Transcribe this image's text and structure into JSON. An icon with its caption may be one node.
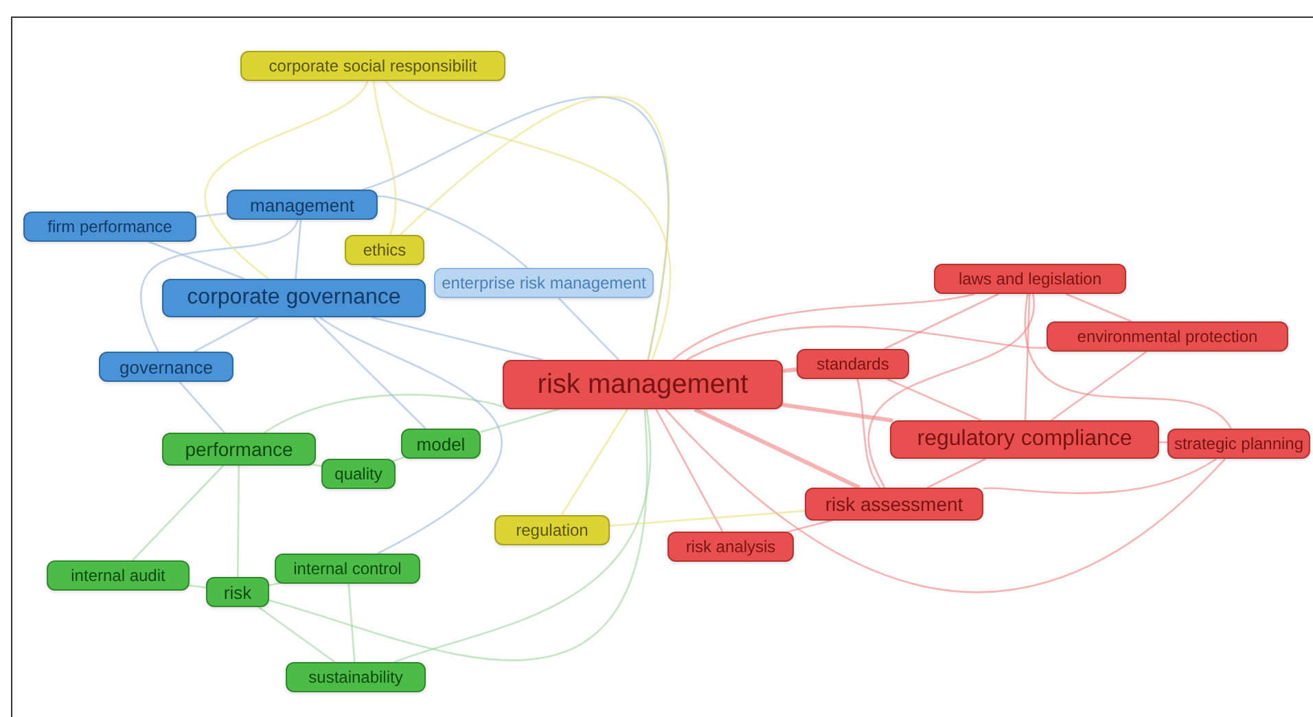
{
  "diagram": {
    "nodes": [
      {
        "text": [
          "corporate social responsibilit"
        ]
      },
      {
        "text": [
          "management"
        ]
      },
      {
        "text": [
          "firm performance"
        ]
      },
      {
        "text": [
          "ethics"
        ]
      },
      {
        "text": [
          "enterprise risk management"
        ]
      },
      {
        "text": [
          "corporate governance"
        ]
      },
      {
        "text": [
          "governance"
        ]
      },
      {
        "text": [
          "risk management"
        ]
      },
      {
        "text": [
          "laws and legislation"
        ]
      },
      {
        "text": [
          "standards"
        ]
      },
      {
        "text": [
          "environmental protection"
        ]
      },
      {
        "text": [
          "regulatory compliance"
        ]
      },
      {
        "text": [
          "strategic planning"
        ]
      },
      {
        "text": [
          "performance"
        ]
      },
      {
        "text": [
          "model"
        ]
      },
      {
        "text": [
          "quality"
        ]
      },
      {
        "text": [
          "risk assessment"
        ]
      },
      {
        "text": [
          "regulation"
        ]
      },
      {
        "text": [
          "risk analysis"
        ]
      },
      {
        "text": [
          "internal audit"
        ]
      },
      {
        "text": [
          "internal control"
        ]
      },
      {
        "text": [
          "risk"
        ]
      },
      {
        "text": [
          "sustainability"
        ]
      }
    ],
    "edges": [
      {
        "from": 7,
        "to": 9,
        "arrow": "none",
        "style": "thick"
      },
      {
        "from": 7,
        "to": 8,
        "arrow": "none"
      },
      {
        "from": 7,
        "to": 10,
        "arrow": "none"
      },
      {
        "from": 7,
        "to": 11,
        "arrow": "none",
        "style": "thick"
      },
      {
        "from": 7,
        "to": 12,
        "arrow": "none"
      },
      {
        "from": 7,
        "to": 16,
        "arrow": "none",
        "style": "thick"
      },
      {
        "from": 7,
        "to": 18,
        "arrow": "none"
      },
      {
        "from": 7,
        "to": 17,
        "arrow": "none",
        "color": "#e8e07a"
      },
      {
        "from": 7,
        "to": 5,
        "arrow": "none",
        "color": "#9ab8e0"
      },
      {
        "from": 7,
        "to": 1,
        "arrow": "none",
        "color": "#9ab8e0"
      },
      {
        "from": 7,
        "to": 4,
        "arrow": "none",
        "color": "#9ab8e0"
      },
      {
        "from": 7,
        "to": 14,
        "arrow": "none",
        "color": "#9fd49f"
      },
      {
        "from": 7,
        "to": 13,
        "arrow": "none",
        "color": "#9fd49f"
      },
      {
        "from": 7,
        "to": 21,
        "arrow": "none",
        "color": "#9fd49f"
      },
      {
        "from": 7,
        "to": 22,
        "arrow": "none",
        "color": "#9fd49f"
      },
      {
        "from": 7,
        "to": 0,
        "arrow": "none",
        "color": "#e8e07a"
      },
      {
        "from": 7,
        "to": 3,
        "arrow": "none",
        "color": "#e8e07a"
      },
      {
        "from": 8,
        "to": 11,
        "arrow": "none"
      },
      {
        "from": 8,
        "to": 10,
        "arrow": "none"
      },
      {
        "from": 8,
        "to": 16,
        "arrow": "none"
      },
      {
        "from": 8,
        "to": 9,
        "arrow": "none"
      },
      {
        "from": 8,
        "to": 12,
        "arrow": "none"
      },
      {
        "from": 10,
        "to": 11,
        "arrow": "none"
      },
      {
        "from": 11,
        "to": 16,
        "arrow": "none"
      },
      {
        "from": 11,
        "to": 12,
        "arrow": "none"
      },
      {
        "from": 9,
        "to": 16,
        "arrow": "none"
      },
      {
        "from": 9,
        "to": 11,
        "arrow": "none"
      },
      {
        "from": 16,
        "to": 18,
        "arrow": "none"
      },
      {
        "from": 12,
        "to": 16,
        "arrow": "none"
      },
      {
        "from": 1,
        "to": 5,
        "arrow": "none",
        "color": "#9ab8e0"
      },
      {
        "from": 1,
        "to": 2,
        "arrow": "none",
        "color": "#9ab8e0"
      },
      {
        "from": 1,
        "to": 6,
        "arrow": "none",
        "color": "#9ab8e0"
      },
      {
        "from": 5,
        "to": 6,
        "arrow": "none",
        "color": "#9ab8e0"
      },
      {
        "from": 2,
        "to": 5,
        "arrow": "none",
        "color": "#9ab8e0"
      },
      {
        "from": 6,
        "to": 13,
        "arrow": "none",
        "color": "#9ab8e0"
      },
      {
        "from": 5,
        "to": 14,
        "arrow": "none",
        "color": "#9ab8e0"
      },
      {
        "from": 5,
        "to": 20,
        "arrow": "none",
        "color": "#9ab8e0"
      },
      {
        "from": 1,
        "to": 4,
        "arrow": "none",
        "color": "#9ab8e0"
      },
      {
        "from": 13,
        "to": 15,
        "arrow": "none",
        "color": "#9fd49f"
      },
      {
        "from": 13,
        "to": 21,
        "arrow": "none",
        "color": "#9fd49f"
      },
      {
        "from": 14,
        "to": 15,
        "arrow": "none",
        "color": "#9fd49f"
      },
      {
        "from": 19,
        "to": 21,
        "arrow": "none",
        "color": "#9fd49f"
      },
      {
        "from": 20,
        "to": 21,
        "arrow": "none",
        "color": "#9fd49f"
      },
      {
        "from": 21,
        "to": 22,
        "arrow": "none",
        "color": "#9fd49f"
      },
      {
        "from": 20,
        "to": 22,
        "arrow": "none",
        "color": "#9fd49f"
      },
      {
        "from": 19,
        "to": 13,
        "arrow": "none",
        "color": "#9fd49f"
      },
      {
        "from": 0,
        "to": 3,
        "arrow": "none",
        "color": "#e8e07a"
      },
      {
        "from": 0,
        "to": 5,
        "arrow": "none",
        "color": "#e8e07a"
      },
      {
        "from": 17,
        "to": 16,
        "arrow": "none",
        "color": "#e8e07a"
      }
    ]
  }
}
